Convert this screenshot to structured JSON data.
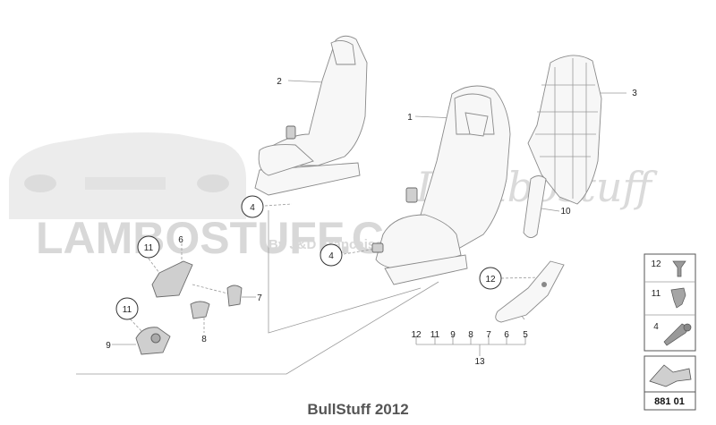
{
  "watermark": {
    "brand": "LAMBOSTUFF.COM",
    "script": "Lambostuff",
    "byline": "By J&D Francaise"
  },
  "callouts": {
    "p1": "1",
    "p2": "2",
    "p3": "3",
    "p4a": "4",
    "p4b": "4",
    "p5": "5",
    "p6": "6",
    "p7": "7",
    "p8": "8",
    "p9": "9",
    "p10": "10",
    "p11a": "11",
    "p11b": "11",
    "p12": "12",
    "p13": "13"
  },
  "bracket_numbers": [
    "12",
    "11",
    "9",
    "8",
    "7",
    "6",
    "5"
  ],
  "fastener_panel": {
    "items": [
      "12",
      "11",
      "4"
    ]
  },
  "diagram_number": "881 01",
  "footer": "BullStuff 2012"
}
